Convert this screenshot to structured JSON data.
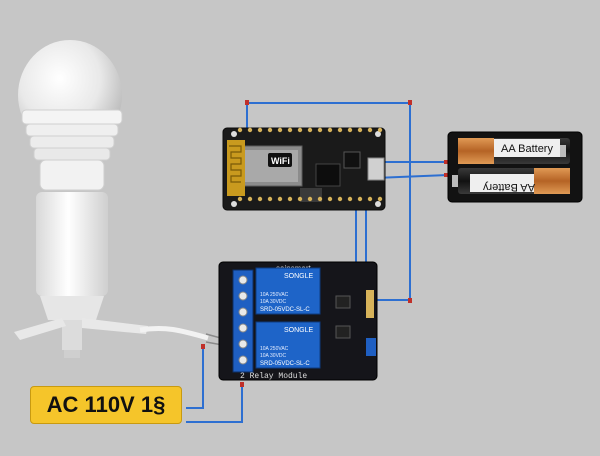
{
  "ac_label": "AC 110V 1§",
  "battery": {
    "top_label": "AA Battery",
    "bottom_label": "AA Battery"
  },
  "relay": {
    "brand": "sainsmart",
    "module_label": "2 Relay Module",
    "relays": [
      {
        "brand": "SONGLE",
        "model": "SRD-05VDC-SL-C",
        "spec1": "10A 250VAC",
        "spec2": "10A 30VDC"
      },
      {
        "brand": "SONGLE",
        "model": "SRD-05VDC-SL-C",
        "spec1": "10A 250VAC",
        "spec2": "10A 30VDC"
      }
    ]
  },
  "mcu": {
    "module_text": "WiFi"
  },
  "colors": {
    "wire": "#2d6fd1",
    "background": "#c6c6c6",
    "label": "#f5c52a",
    "battery_copper": "#c8752f",
    "relay_blue": "#1e64c8"
  }
}
